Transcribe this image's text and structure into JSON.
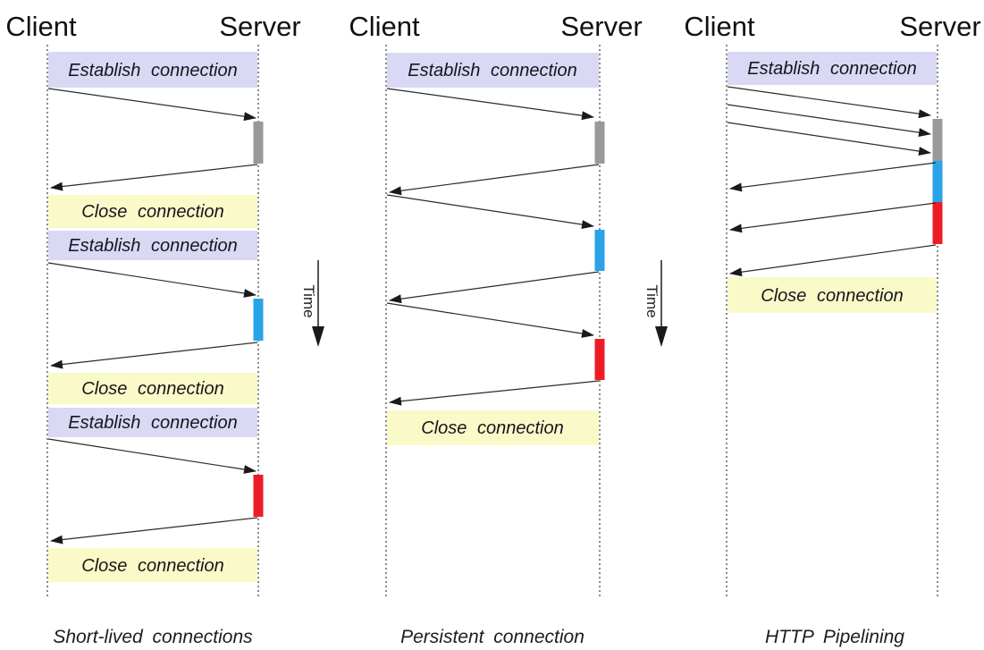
{
  "labels": {
    "client": "Client",
    "server": "Server",
    "establish": "Establish connection",
    "close": "Close connection",
    "time": "Time"
  },
  "panels": [
    {
      "caption": "Short-lived connections",
      "description": "Three separate connections: each request opens, transfers once, then closes",
      "exchanges": 3,
      "bar_order": [
        "gray",
        "blue",
        "red"
      ]
    },
    {
      "caption": "Persistent connection",
      "description": "One connection kept open for three sequential request/response exchanges",
      "exchanges": 3,
      "bar_order": [
        "gray",
        "blue",
        "red"
      ]
    },
    {
      "caption": "HTTP Pipelining",
      "description": "Three requests sent back-to-back on one connection before responses return",
      "exchanges": 3,
      "bar_order": [
        "gray",
        "blue",
        "red"
      ]
    }
  ],
  "colors": {
    "establish_bg": "#d9d9f5",
    "close_bg": "#fafac8",
    "bar_gray": "#999999",
    "bar_blue": "#2aa3e8",
    "bar_red": "#ee1c25"
  }
}
